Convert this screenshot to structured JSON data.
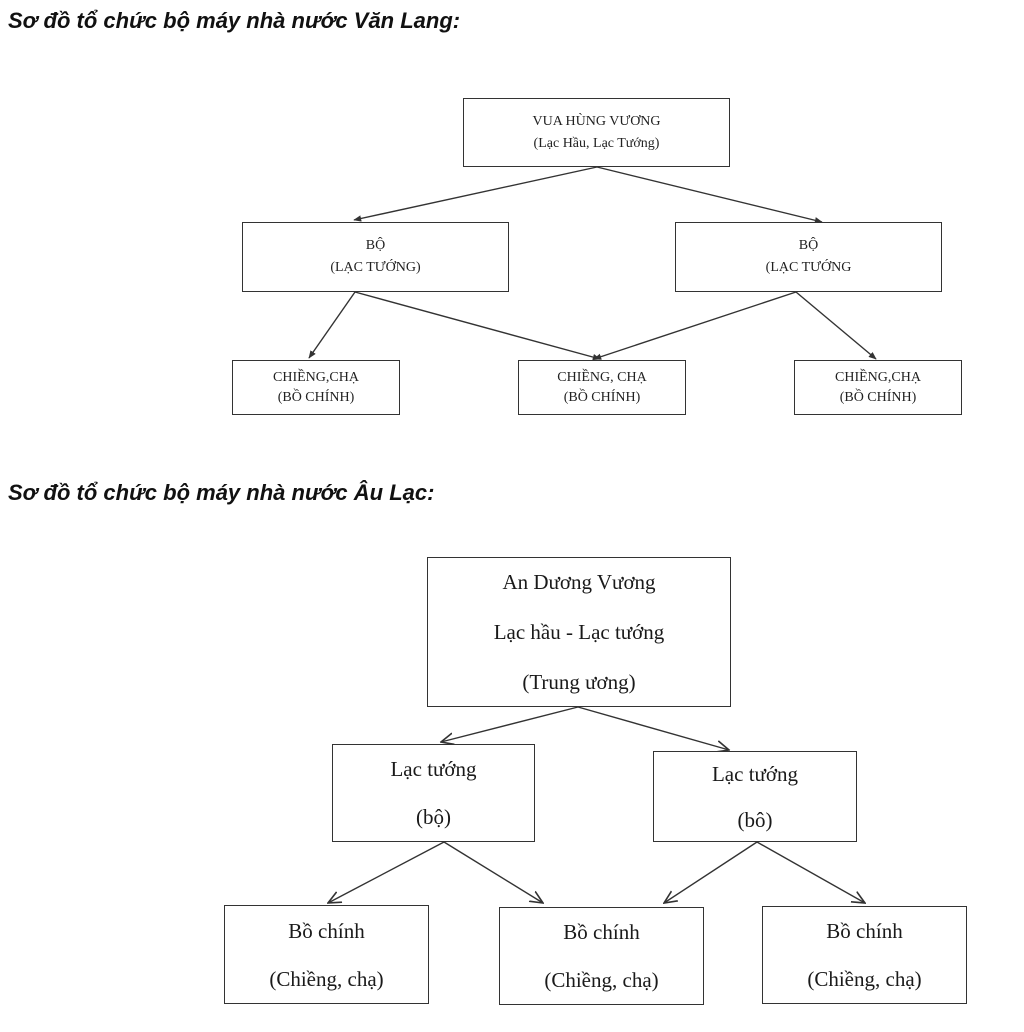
{
  "van_lang": {
    "heading": "Sơ đồ tổ chức bộ máy nhà nước Văn Lang:",
    "king": {
      "line1": "VUA HÙNG VƯƠNG",
      "line2": "(Lạc Hầu, Lạc Tướng)"
    },
    "bo_left": {
      "line1": "BỘ",
      "line2": "(LẠC TƯỚNG)"
    },
    "bo_right": {
      "line1": "BỘ",
      "line2": "(LẠC TƯỚNG"
    },
    "chieng_1": {
      "line1": "CHIỀNG,CHẠ",
      "line2": "(BỒ CHÍNH)"
    },
    "chieng_2": {
      "line1": "CHIỀNG, CHẠ",
      "line2": "(BỒ CHÍNH)"
    },
    "chieng_3": {
      "line1": "CHIỀNG,CHẠ",
      "line2": "(BỒ CHÍNH)"
    }
  },
  "au_lac": {
    "heading": "Sơ đồ tổ chức bộ máy nhà nước Âu Lạc:",
    "king": {
      "line1": "An Dương Vương",
      "line2": "Lạc hầu - Lạc tướng",
      "line3": "(Trung ương)"
    },
    "lac_tuong_left": {
      "line1": "Lạc tướng",
      "line2": "(bộ)"
    },
    "lac_tuong_right": {
      "line1": "Lạc tướng",
      "line2": "(bô)"
    },
    "bo_chinh_1": {
      "line1": "Bồ chính",
      "line2": "(Chiềng, chạ)"
    },
    "bo_chinh_2": {
      "line1": "Bồ chính",
      "line2": "(Chiềng, chạ)"
    },
    "bo_chinh_3": {
      "line1": "Bồ chính",
      "line2": "(Chiềng, chạ)"
    }
  },
  "colors": {
    "line": "#333333",
    "text": "#1a1a1a",
    "background": "#ffffff"
  }
}
